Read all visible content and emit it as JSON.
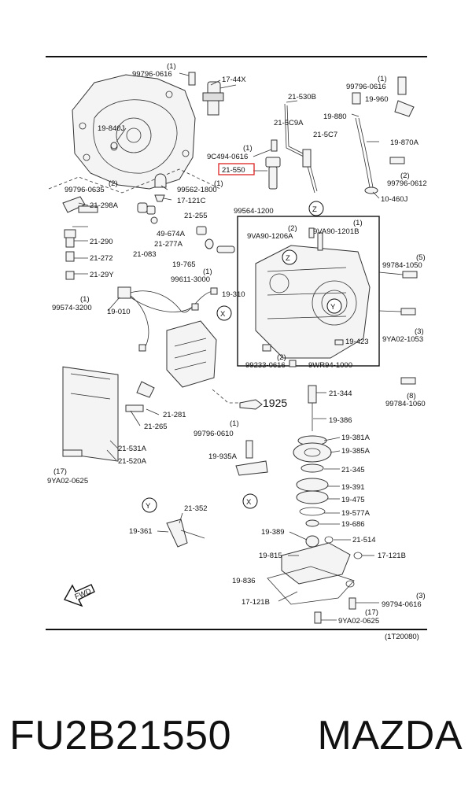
{
  "diagram": {
    "figure_code": "(1T20080)",
    "highlighted_part": "21-550",
    "labels": {
      "l99796_0616_a": "99796-0616",
      "q1_a": "(1)",
      "l17_44x": "17-44X",
      "l19_840j": "19-840J",
      "l9c494": "9C494-0616",
      "q1_b": "(1)",
      "l21_550": "21-550",
      "l99562": "99562-1800",
      "q1_c": "(1)",
      "l17_121c": "17-121C",
      "l99796_0635": "99796-0635",
      "q2_a": "(2)",
      "l21_298a": "21-298A",
      "l21_290": "21-290",
      "l21_272": "21-272",
      "l21_29y": "21-29Y",
      "l99574": "99574-3200",
      "q1_d": "(1)",
      "l19_010": "19-010",
      "l49_674a": "49-674A",
      "l21_277a": "21-277A",
      "l21_083": "21-083",
      "l21_255": "21-255",
      "l99564": "99564-1200",
      "l21_530b": "21-530B",
      "l21_5c9a": "21-5C9A",
      "l21_5c7": "21-5C7",
      "l99796_0616_b": "99796-0616",
      "q1_e": "(1)",
      "l19_960": "19-960",
      "l19_880": "19-880",
      "l19_870a": "19-870A",
      "q2_b": "(2)",
      "l99796_0612": "99796-0612",
      "l10_460j": "10-460J",
      "l9va90_1206a": "9VA90-1206A",
      "q2_c": "(2)",
      "l9va90_1201b": "9VA90-1201B",
      "q1_f": "(1)",
      "l19_765": "19-765",
      "l99611": "99611-3000",
      "q1_g": "(1)",
      "l19_310": "19-310",
      "l99784_1050": "99784-1050",
      "q5": "(5)",
      "l9ya02_1053": "9YA02-1053",
      "q3_a": "(3)",
      "l19_423": "19-423",
      "l99233": "99233-0616",
      "q2_d": "(2)",
      "l9wr94": "9WR94-1000",
      "l21_344": "21-344",
      "l99784_1060": "99784-1060",
      "q8": "(8)",
      "l1925": "1925",
      "l21_281": "21-281",
      "l21_265": "21-265",
      "l19_386": "19-386",
      "l99796_0610": "99796-0610",
      "q1_h": "(1)",
      "l19_935a": "19-935A",
      "l19_381a": "19-381A",
      "l19_385a": "19-385A",
      "l21_345": "21-345",
      "l21_531a": "21-531A",
      "l21_520a": "21-520A",
      "q17_a": "(17)",
      "l9ya02_0625_a": "9YA02-0625",
      "l19_391": "19-391",
      "l19_475": "19-475",
      "l19_577a": "19-577A",
      "l19_686": "19-686",
      "l21_352": "21-352",
      "l19_361": "19-361",
      "l19_389": "19-389",
      "l21_514": "21-514",
      "l19_815": "19-815",
      "l17_121b_a": "17-121B",
      "l19_836": "19-836",
      "l17_121b_b": "17-121B",
      "l99794": "99794-0616",
      "q3_b": "(3)",
      "q17_b": "(17)",
      "l9ya02_0625_b": "9YA02-0625",
      "fwd": "FWD",
      "ref_z1": "Z",
      "ref_z2": "Z",
      "ref_y1": "Y",
      "ref_y2": "Y",
      "ref_x1": "X",
      "ref_x2": "X"
    }
  },
  "footer": {
    "part_number": "FU2B21550",
    "brand": "MAZDA"
  }
}
